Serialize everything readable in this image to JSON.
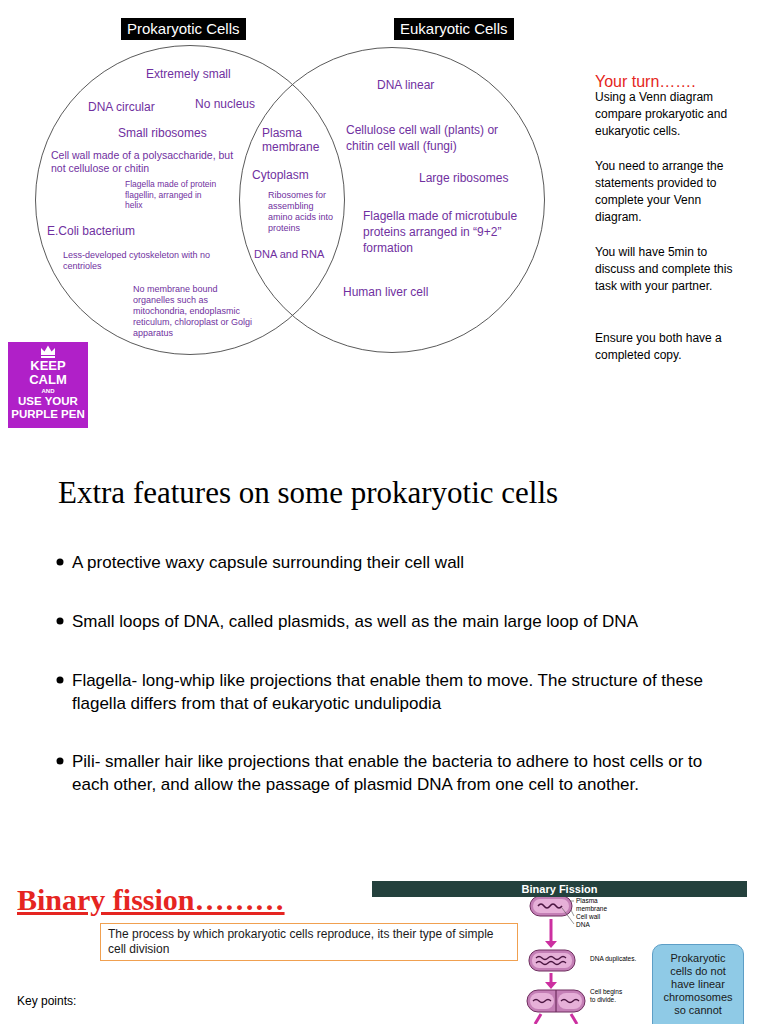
{
  "diagram": {
    "nodes": [
      {
        "text": [
          "Prokaryotic Cells",
          "Extremely small",
          "DNA circular",
          "No nucleus",
          "Small ribosomes",
          "Cell wall made of a polysaccharide, but not cellulose or chitin",
          "Flagella made of protein flagellin, arranged in helix",
          "E.Coli bacterium",
          "Less-developed cytoskeleton with no centrioles",
          "No membrane bound organelles such as mitochondria, endoplasmic reticulum, chloroplast or Golgi apparatus"
        ]
      },
      {
        "text": [
          "Eukaryotic Cells",
          "DNA linear",
          "Cellulose cell wall (plants) or chitin cell wall (fungi)",
          "Large ribosomes",
          "Flagella made of microtubule proteins arranged in “9+2” formation",
          "Human liver cell"
        ]
      },
      {
        "text": [
          "KEEP CALM",
          "AND",
          "USE YOUR PURPLE PEN"
        ]
      },
      {
        "text": [
          "The process by which prokaryotic cells reproduce, its their type of simple cell division"
        ]
      },
      {
        "text": [
          "Binary Fission"
        ]
      },
      {
        "text": [
          "Prokaryotic cells do not have linear chromosomes so cannot"
        ]
      }
    ],
    "labels": [
      "Plasma membrane",
      "Cytoplasm",
      "Ribosomes for assembling amino acids into proteins",
      "DNA and RNA",
      "Your turn…….",
      "Using a Venn diagram compare prokaryotic and eukaryotic cells.",
      "You need to arrange the statements provided to complete your Venn diagram.",
      "You will have 5min to discuss and complete this task with your partner.",
      "Ensure you both have a completed copy.",
      "Extra features on some prokaryotic cells",
      "A protective waxy capsule surrounding their cell wall",
      "Small loops of DNA, called plasmids, as well as the main large loop of DNA",
      "Flagella- long-whip like projections that enable them to move. The structure of these flagella differs from that of eukaryotic undulipodia",
      "Pili- smaller hair like projections that enable the bacteria to adhere to host cells or to each other, and allow the passage of plasmid DNA from one cell to another.",
      "Binary fission………",
      "Key points:",
      "Plasma membrane",
      "Cell wall",
      "DNA",
      "DNA duplicates.",
      "Cell begins to divide."
    ]
  }
}
